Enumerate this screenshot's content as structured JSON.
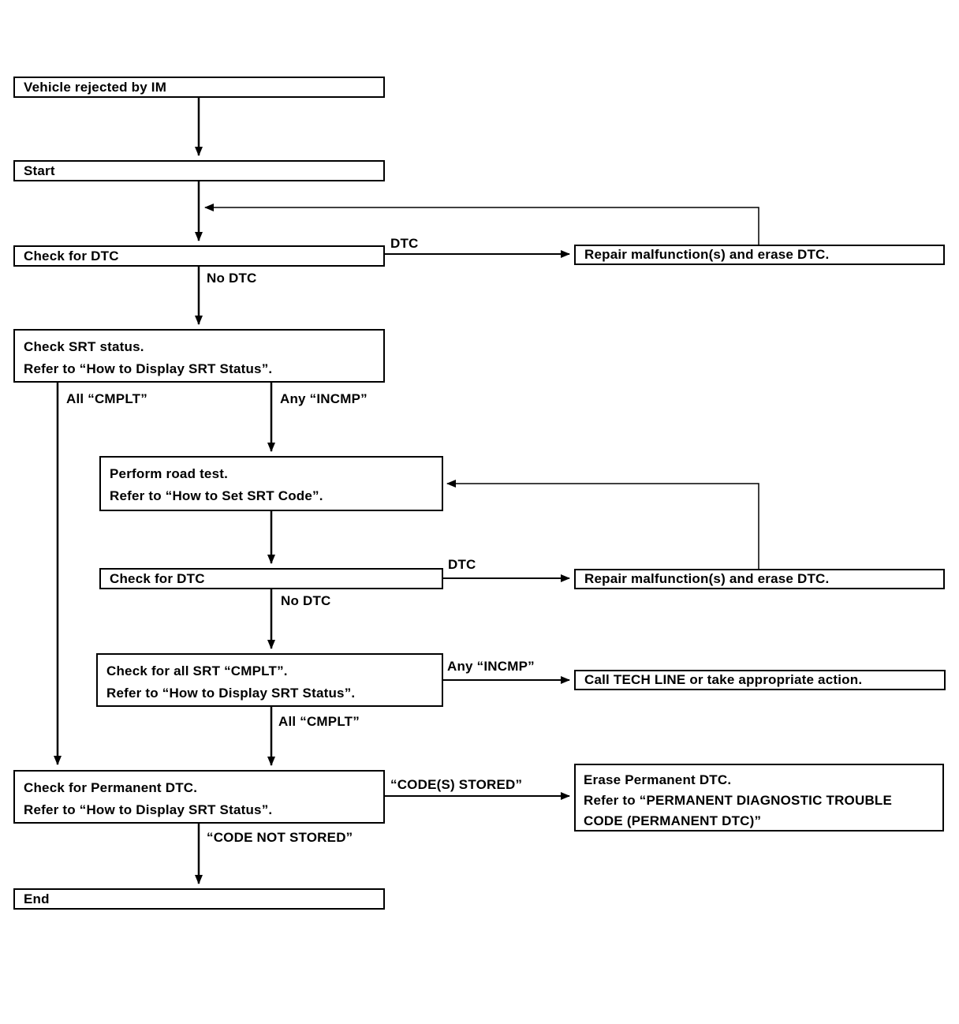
{
  "diagram": {
    "nodes": {
      "vehicle_rejected": {
        "label": "Vehicle rejected by IM"
      },
      "start": {
        "label": "Start"
      },
      "check_dtc_1": {
        "label": "Check for DTC"
      },
      "repair_1": {
        "label": "Repair malfunction(s) and erase DTC."
      },
      "check_srt": {
        "line1": "Check SRT status.",
        "line2": "Refer to “How to Display SRT Status”."
      },
      "road_test": {
        "line1": "Perform road test.",
        "line2": "Refer to “How to Set SRT Code”."
      },
      "check_dtc_2": {
        "label": "Check for DTC"
      },
      "repair_2": {
        "label": "Repair malfunction(s) and erase DTC."
      },
      "check_all_srt": {
        "line1": "Check for all SRT “CMPLT”.",
        "line2": "Refer to “How to Display SRT Status”."
      },
      "call_tech_line": {
        "label": "Call TECH LINE or take appropriate action."
      },
      "check_permanent": {
        "line1": "Check for Permanent DTC.",
        "line2": "Refer to “How to Display SRT Status”."
      },
      "erase_permanent": {
        "line1": "Erase Permanent DTC.",
        "line2": "Refer to “PERMANENT DIAGNOSTIC TROUBLE",
        "line3": "CODE (PERMANENT DTC)”"
      },
      "end": {
        "label": "End"
      }
    },
    "edge_labels": {
      "dtc_1": "DTC",
      "no_dtc_1": "No DTC",
      "all_cmplt_1": "All “CMPLT”",
      "any_incmp_1": "Any “INCMP”",
      "dtc_2": "DTC",
      "no_dtc_2": "No DTC",
      "any_incmp_2": "Any “INCMP”",
      "all_cmplt_2": "All “CMPLT”",
      "codes_stored": "“CODE(S) STORED”",
      "code_not_stored": "“CODE NOT STORED”"
    },
    "colors": {
      "line": "#000000",
      "background": "#ffffff"
    }
  }
}
